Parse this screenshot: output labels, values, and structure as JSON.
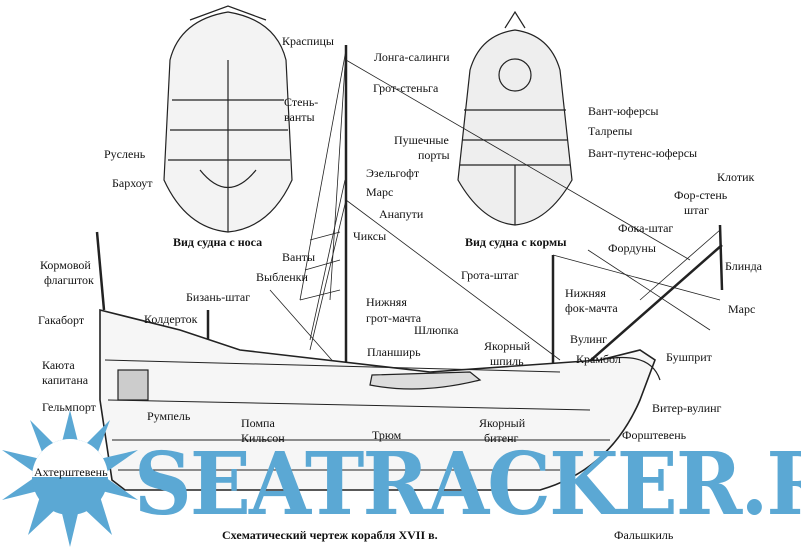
{
  "labels": {
    "longa_salingi": "Лонга-салинги",
    "kraspitsy": "Краспицы",
    "grot_stenga": "Грот-стеньга",
    "sten_vanty_1": "Стень-",
    "sten_vanty_2": "ванты",
    "ruslen": "Руслень",
    "barkhout": "Бархоут",
    "view_bow": "Вид судна с носа",
    "pushechnye_1": "Пушечные",
    "pushechnye_2": "порты",
    "ezelgoft": "Эзельгофт",
    "mars_main": "Марс",
    "anaputi": "Анапути",
    "chiksy": "Чиксы",
    "view_stern": "Вид судна с кормы",
    "vant_yufersy": "Вант-юферсы",
    "talrepy": "Талрепы",
    "vant_putens": "Вант-путенс-юферсы",
    "klotik": "Клотик",
    "for_sten_1": "Фор-стень",
    "for_sten_2": "штаг",
    "foka_shtag": "Фока-штаг",
    "forduny": "Фордуны",
    "blinda": "Блинда",
    "mars_fore": "Марс",
    "vanty": "Ванты",
    "vyblenki": "Выбленки",
    "bizan_shtag": "Бизань-штаг",
    "grota_shtag": "Грота-штаг",
    "nizh_grot_1": "Нижняя",
    "nizh_grot_2": "грот-мачта",
    "nizh_fok_1": "Нижняя",
    "nizh_fok_2": "фок-мачта",
    "korm_flag_1": "Кормовой",
    "korm_flag_2": "флагшток",
    "gakabort": "Гакаборт",
    "kolderetok": "Колдерток",
    "vuling": "Вулинг",
    "shlyupka": "Шлюпка",
    "yak_shpil_1": "Якорный",
    "yak_shpil_2": "шпиль",
    "krambol": "Крамбол",
    "bushprit": "Бушприт",
    "planshir": "Планширь",
    "kayuta_1": "Каюта",
    "kayuta_2": "капитана",
    "gelmport": "Гельмпорт",
    "rumpel": "Румпель",
    "viter_vuling": "Витер-вулинг",
    "pompa": "Помпа",
    "kilson": "Кильсон",
    "tryum": "Трюм",
    "yak_biteng_1": "Якорный",
    "yak_biteng_2": "битенг",
    "forshteven": "Форштевень",
    "falshkil": "Фальшкиль",
    "akhtershteven": "Ахтерштевень"
  },
  "caption": "Схематический чертеж корабля XVII в.",
  "watermark": "SEATRACKER.RU",
  "colors": {
    "watermark": "#5ba8d4",
    "ink": "#111111"
  }
}
